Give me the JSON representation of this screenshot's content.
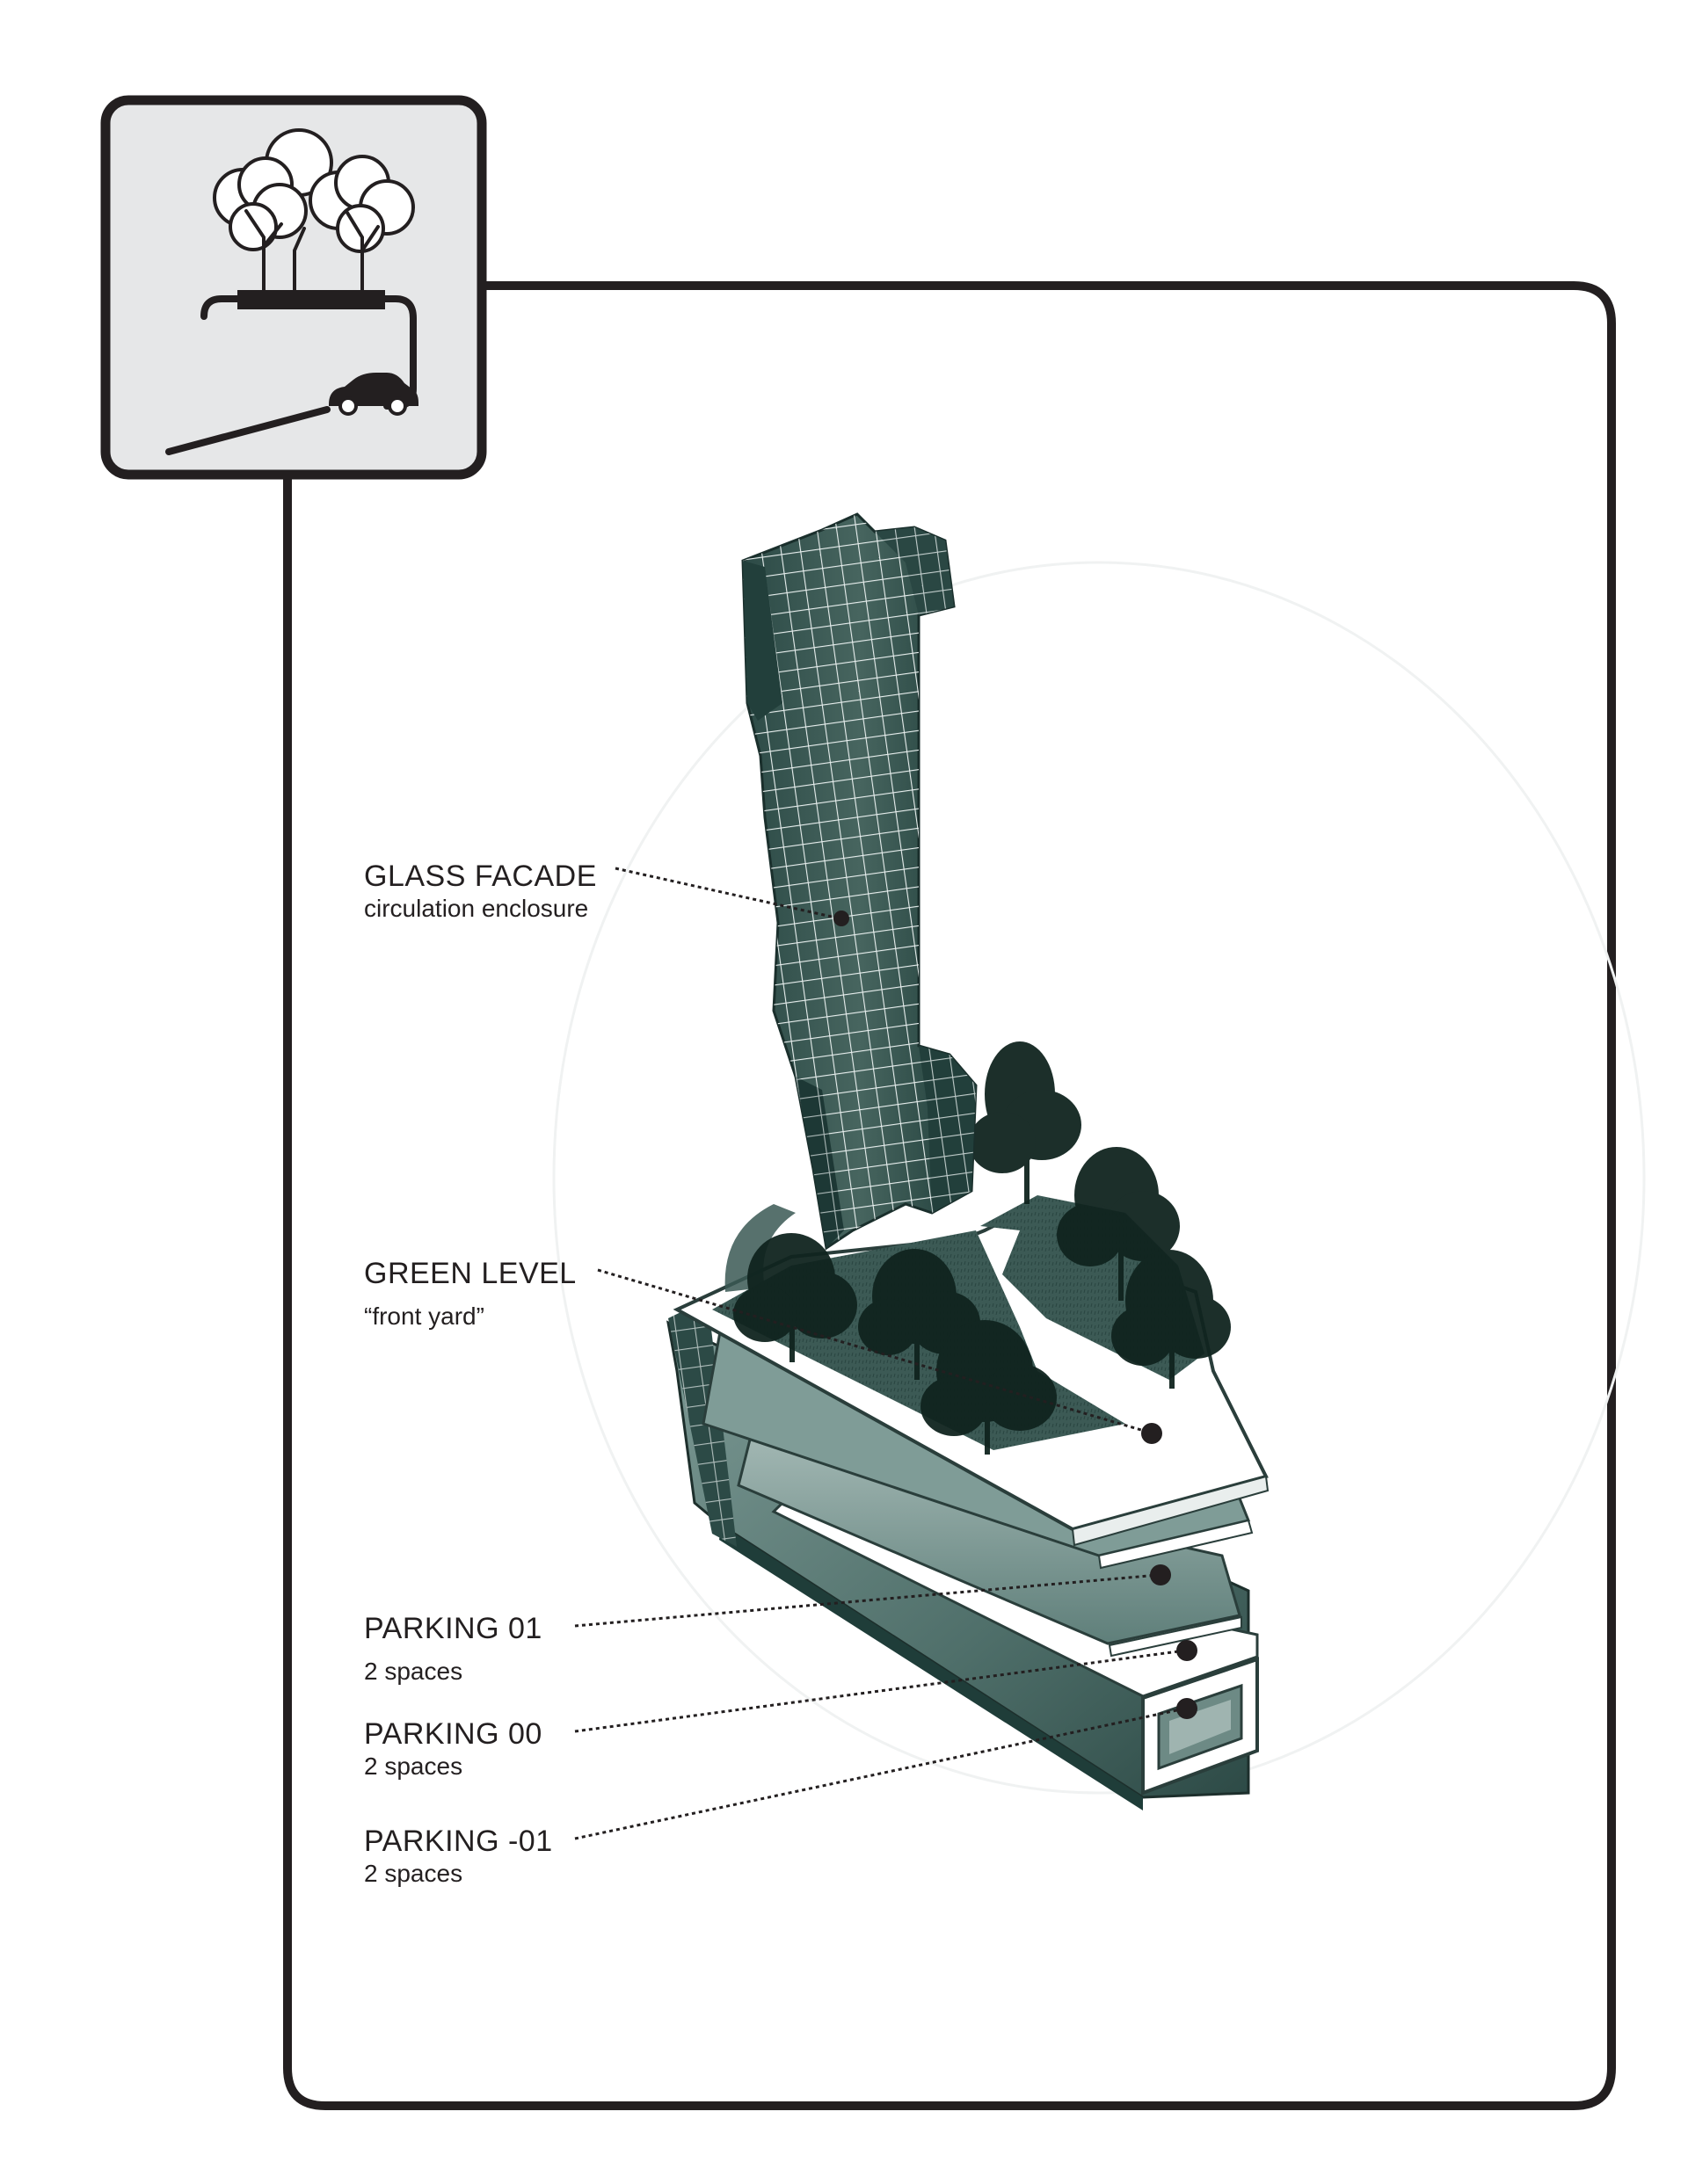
{
  "diagram": {
    "icon_name": "trees-on-roof-parking-icon",
    "colors": {
      "frame_stroke": "#231f20",
      "icon_panel_fill": "#e6e7e8",
      "glass_dark": "#1f3d39",
      "glass_light": "#6f8e89",
      "slab_fill": "#ffffff",
      "tree_dark": "#0f2422",
      "lawn": "#3c5a55"
    },
    "callouts": [
      {
        "id": "glass-facade",
        "title": "GLASS FACADE",
        "subtitle": "circulation enclosure"
      },
      {
        "id": "green-level",
        "title": "GREEN LEVEL",
        "subtitle": "“front yard”"
      },
      {
        "id": "parking-01",
        "title": "PARKING 01",
        "subtitle": "2 spaces"
      },
      {
        "id": "parking-00",
        "title": "PARKING 00",
        "subtitle": "2 spaces"
      },
      {
        "id": "parking-minus-01",
        "title": "PARKING -01",
        "subtitle": "2 spaces"
      }
    ]
  }
}
